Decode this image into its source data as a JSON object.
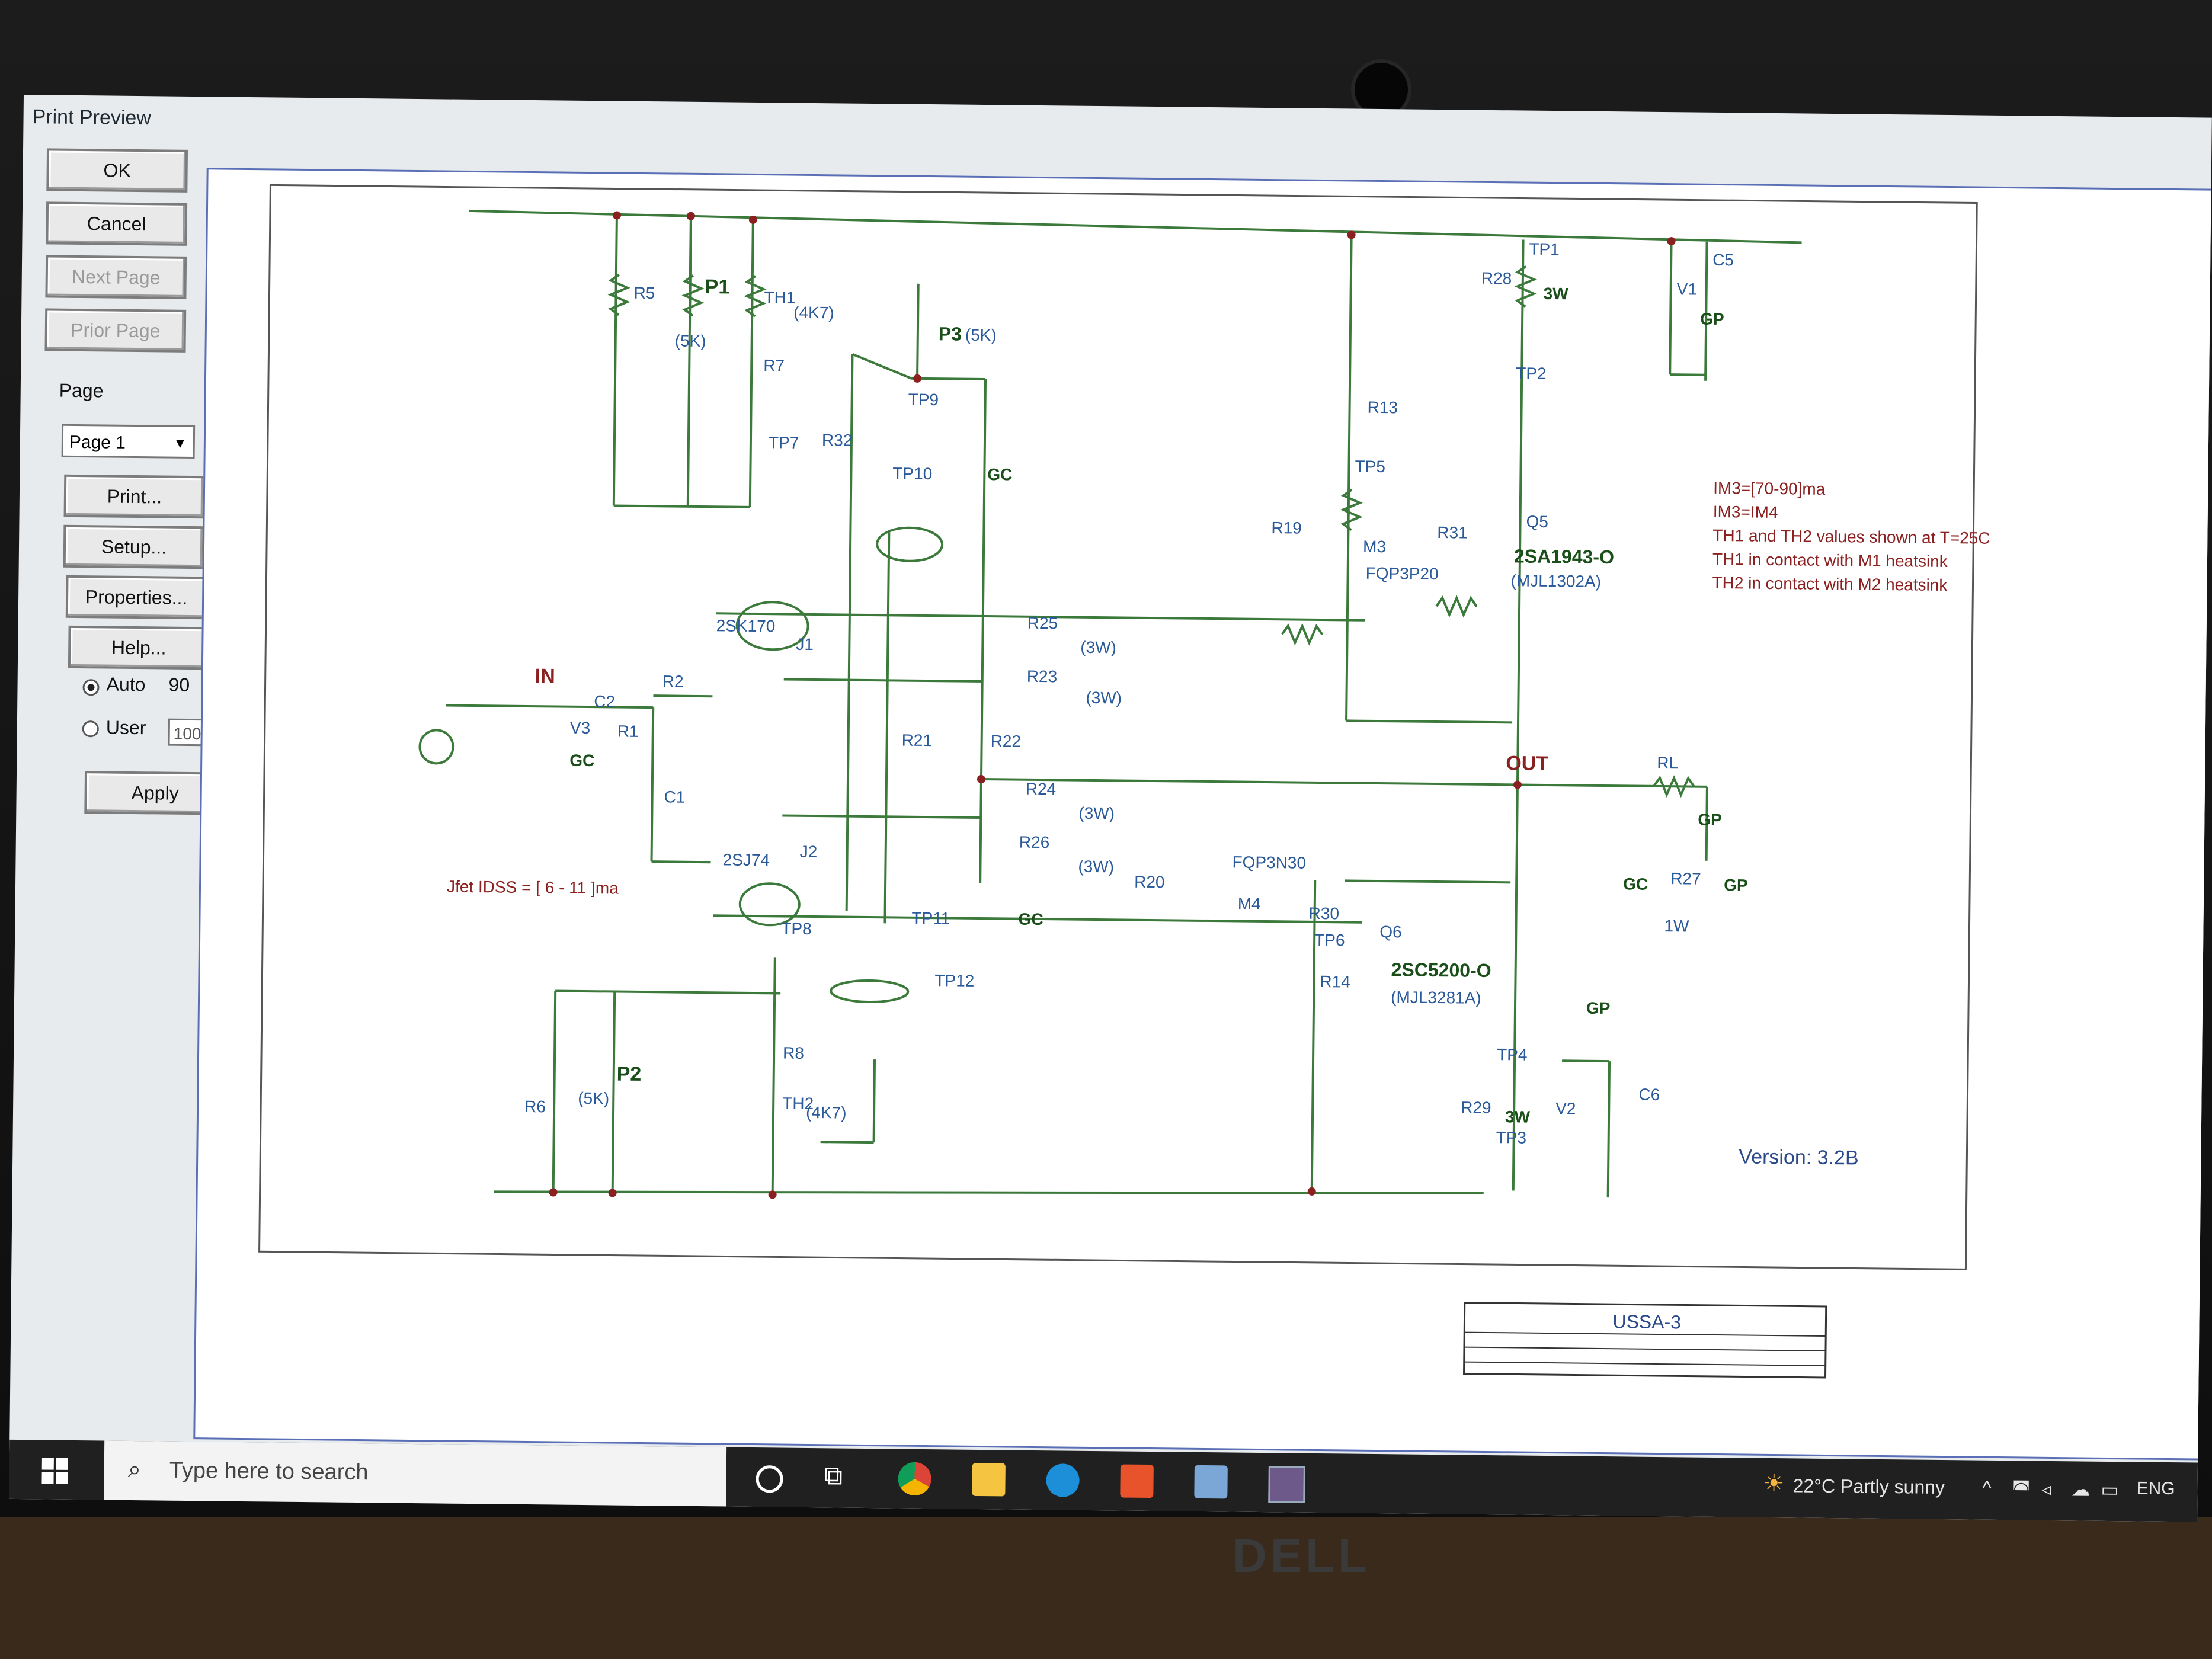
{
  "window": {
    "title": "Print Preview"
  },
  "buttons": {
    "ok": "OK",
    "cancel": "Cancel",
    "next_page": "Next Page",
    "prior_page": "Prior Page",
    "print": "Print...",
    "setup": "Setup...",
    "properties": "Properties...",
    "help": "Help...",
    "apply": "Apply"
  },
  "page_group": {
    "label": "Page",
    "selected": "Page 1"
  },
  "zoom": {
    "auto_label": "Auto",
    "auto_value": "90",
    "user_label": "User",
    "user_value": "100",
    "mode": "auto"
  },
  "schematic": {
    "notes": [
      "IM3=[70-90]ma",
      "IM3=IM4",
      "TH1 and TH2 values shown at T=25C",
      "TH1 in contact with M1 heatsink",
      "TH2 in contact with M2 heatsink"
    ],
    "jfet_note": "Jfet IDSS = [ 6 - 11 ]ma",
    "version": "Version: 3.2B",
    "title_block": "USSA-3",
    "labels": {
      "r5": "R5",
      "p1": "P1",
      "p1_val": "(5K)",
      "th1": "TH1",
      "th1_val": "(4K7)",
      "r7": "R7",
      "p3": "P3",
      "p3_val": "(5K)",
      "tp9": "TP9",
      "tp7": "TP7",
      "r32": "R32",
      "tp10": "TP10",
      "gc_top": "GC",
      "r13": "R13",
      "tp5": "TP5",
      "tp1": "TP1",
      "r28": "R28",
      "w3_top": "3W",
      "tp2": "TP2",
      "c5": "C5",
      "v1": "V1",
      "gp_top": "GP",
      "q5": "Q5",
      "r31": "R31",
      "r19": "R19",
      "m3": "M3",
      "fqp3p20": "FQP3P20",
      "q5_part": "2SA1943-O",
      "q5_alt": "(MJL1302A)",
      "in": "IN",
      "c2": "C2",
      "v3": "V3",
      "r1": "R1",
      "r2": "R2",
      "gc_in": "GC",
      "c1": "C1",
      "j1": "J1",
      "j1_part": "2SK170",
      "j2": "J2",
      "j2_part": "2SJ74",
      "r25": "R25",
      "r23": "R23",
      "r24": "R24",
      "r26": "R26",
      "w3a": "(3W)",
      "w3b": "(3W)",
      "w3c": "(3W)",
      "w3d": "(3W)",
      "r21": "R21",
      "r22": "R22",
      "out": "OUT",
      "rl": "RL",
      "gp_out": "GP",
      "r20": "R20",
      "m4": "M4",
      "fqp3n30": "FQP3N30",
      "r30": "R30",
      "q6": "Q6",
      "q6_part": "2SC5200-O",
      "q6_alt": "(MJL3281A)",
      "gc_r27": "GC",
      "r27": "R27",
      "gp_r27": "GP",
      "w1": "1W",
      "tp11": "TP11",
      "gc_bot": "GC",
      "tp12": "TP12",
      "tp8": "TP8",
      "tp6": "TP6",
      "r14": "R14",
      "gp_bot": "GP",
      "tp4": "TP4",
      "c6": "C6",
      "r29": "R29",
      "w3_bot": "3W",
      "v2": "V2",
      "tp3": "TP3",
      "r8": "R8",
      "p2": "P2",
      "p2_val": "(5K)",
      "r6": "R6",
      "th2": "TH2",
      "th2_val": "(4K7)"
    }
  },
  "taskbar": {
    "search_placeholder": "Type here to search",
    "weather": "22°C  Partly sunny",
    "language": "ENG"
  },
  "laptop": {
    "brand": "DELL"
  }
}
